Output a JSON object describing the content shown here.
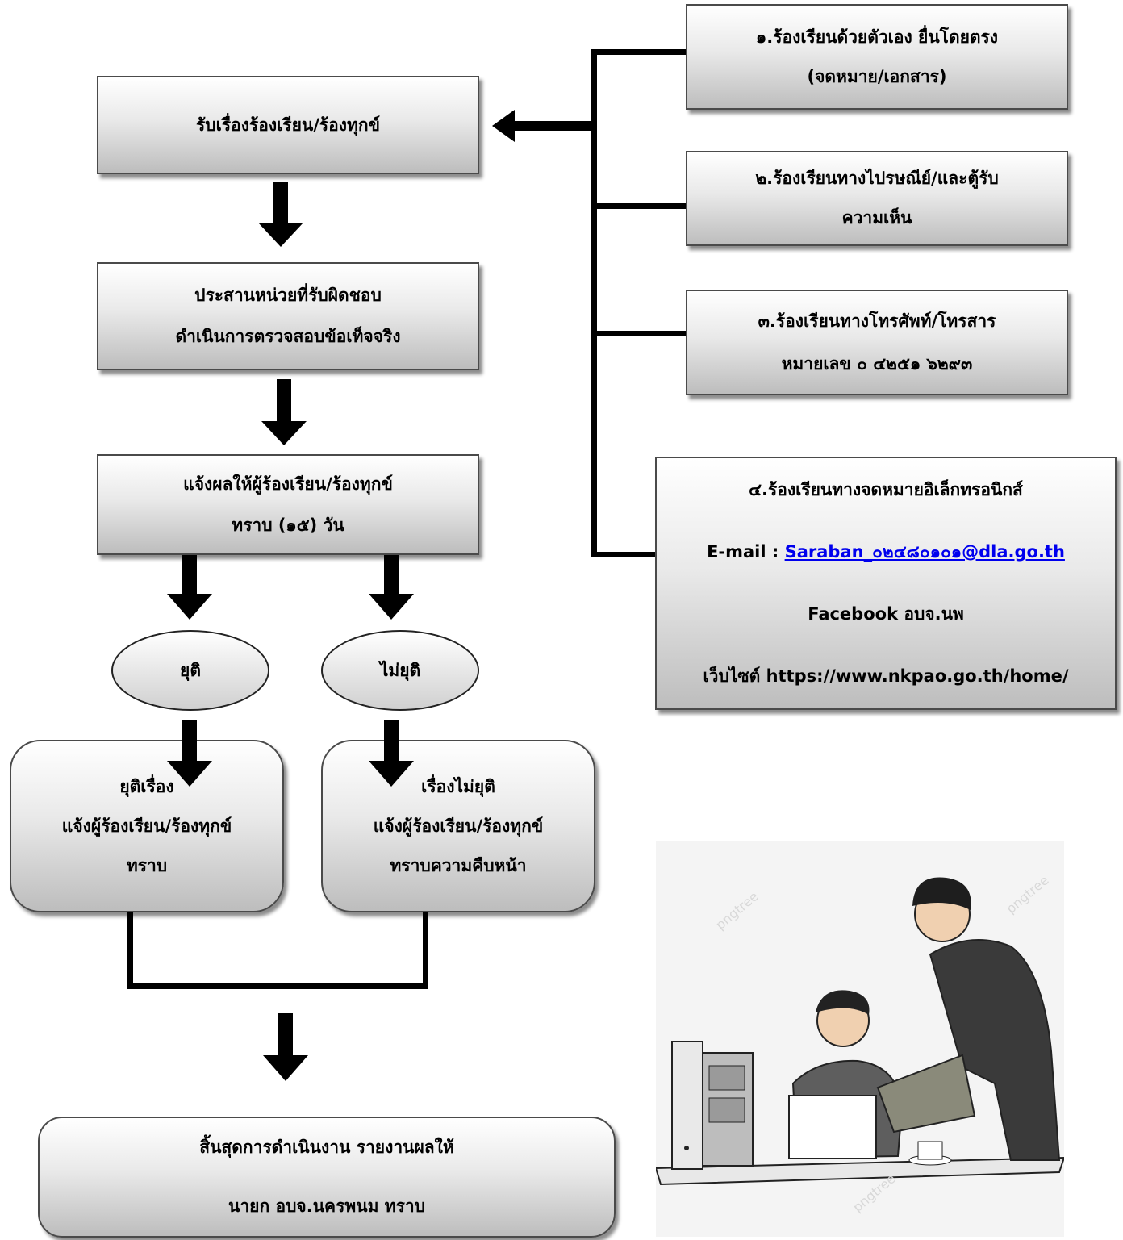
{
  "left_flow": {
    "receive": "รับเรื่องร้องเรียน/ร้องทุกข์",
    "coordinate": [
      "ประสานหน่วยที่รับผิดชอบ",
      "ดำเนินการตรวจสอบข้อเท็จจริง"
    ],
    "notify": [
      "แจ้งผลให้ผู้ร้องเรียน/ร้องทุกข์",
      "ทราบ (๑๕) วัน"
    ],
    "resolved": "ยุติ",
    "unresolved": "ไม่ยุติ",
    "resolved_result": [
      "ยุติเรื่อง",
      "แจ้งผู้ร้องเรียน/ร้องทุกข์",
      "ทราบ"
    ],
    "unresolved_result": [
      "เรื่องไม่ยุติ",
      "แจ้งผู้ร้องเรียน/ร้องทุกข์",
      "ทราบความคืบหน้า"
    ],
    "end": [
      "สิ้นสุดการดำเนินงาน รายงานผลให้",
      "นายก อบจ.นครพนม ทราบ"
    ]
  },
  "channels": {
    "ch1": [
      "๑.ร้องเรียนด้วยตัวเอง ยื่นโดยตรง",
      "(จดหมาย/เอกสาร)"
    ],
    "ch2": [
      "๒.ร้องเรียนทางไปรษณีย์/และตู้รับ",
      "ความเห็น"
    ],
    "ch3": [
      "๓.ร้องเรียนทางโทรศัพท์/โทรสาร",
      "หมายเลข ๐ ๔๒๕๑ ๖๒๙๓"
    ],
    "ch4": {
      "title": "๔.ร้องเรียนทางจดหมายอิเล็กทรอนิกส์",
      "email_label": "E-mail : ",
      "email": "Saraban_๐๒๔๘๐๑๐๑@dla.go.th",
      "facebook": "Facebook อบจ.นพ",
      "website": "เว็บไซต์ https://www.nkpao.go.th/home/"
    }
  },
  "illustration": {
    "icon": "office-workers-illustration",
    "watermark": "pngtree"
  },
  "colors": {
    "box_border": "#4a4a4a",
    "line": "#000000",
    "link": "#0000ee"
  }
}
